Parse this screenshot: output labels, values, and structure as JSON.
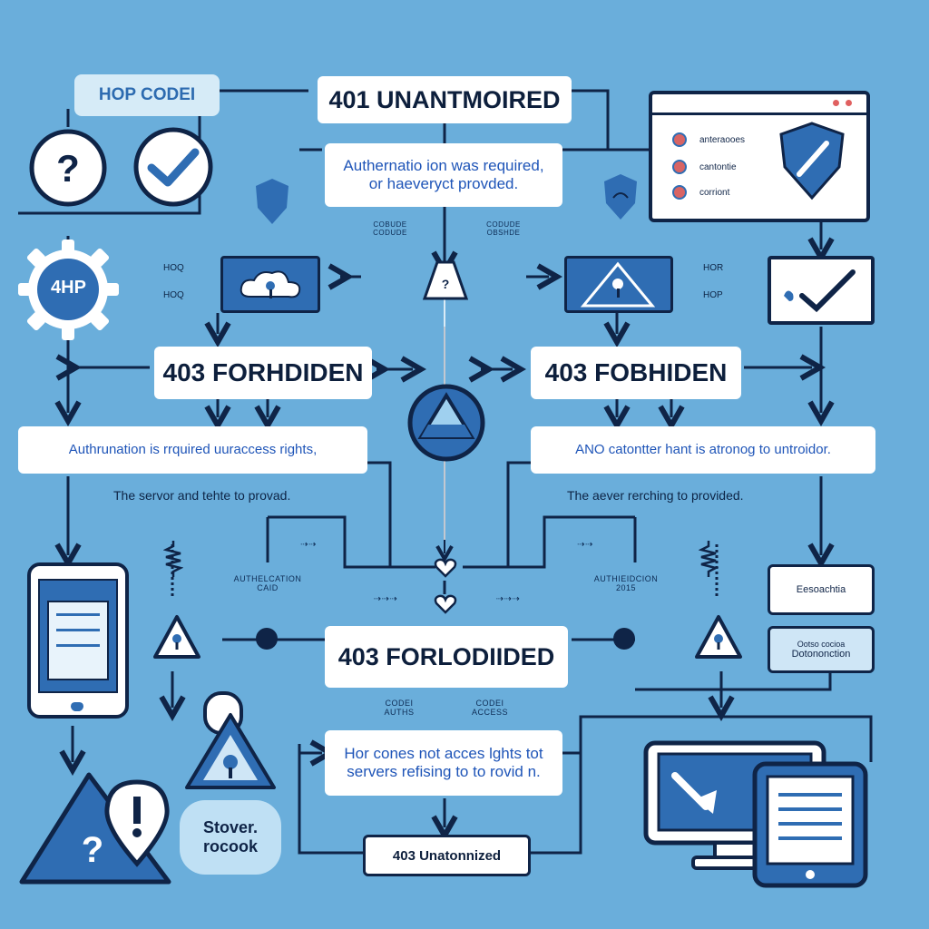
{
  "top_tag": "HOP CODEI",
  "header_title": "401 UNANTMOIRED",
  "header_desc": [
    "Authernatio ion was required,",
    "or haeveryct provded."
  ],
  "gear_label": "4HP",
  "small_left": [
    "HOQ",
    "HOQ"
  ],
  "small_right": [
    "HOR",
    "HOP"
  ],
  "mini_top_left": [
    "COBUDE",
    "CODUDE"
  ],
  "mini_top_right": [
    "CODUDE",
    "OBSHDE"
  ],
  "forbidden_left": "403 FORHDIDEN",
  "forbidden_right": "403 FOBHIDEN",
  "desc_left": "Authrunation is rrquired uuraccess rights,",
  "desc_right": "ANO catontter hant is atronog to untroidor.",
  "server_left": "The servor and tehte to provad.",
  "server_right": "The aever rerching to provided.",
  "auth_left": [
    "AUTHELCATION",
    "CAID"
  ],
  "auth_right": [
    "AUTHIEIDCION",
    "2015"
  ],
  "center_title": "403 FORLODIIDED",
  "bottom_mini": [
    "CODEI",
    "AUTHS",
    "CODEI",
    "ACCESS"
  ],
  "bottom_desc": [
    "Hor cones not acces lghts tot",
    "servers refising to to rovid n."
  ],
  "stover": [
    "Stover.",
    "rocook"
  ],
  "bottom_status": "403 Unatonnized",
  "panel_items": [
    "anteraooes",
    "cantontie",
    "corriont"
  ],
  "right_box_1": "Eesoachtia",
  "right_box_2": [
    "Ootso cocioa",
    "Dotononction"
  ],
  "colors": {
    "background": "#6aaedb",
    "navy": "#0f2447",
    "accent": "#2f6db3",
    "light": "#ffffff"
  }
}
